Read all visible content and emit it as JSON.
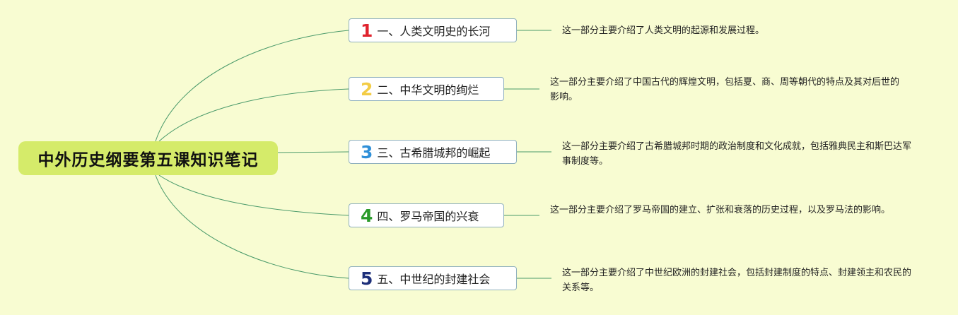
{
  "root": {
    "title": "中外历史纲要第五课知识笔记"
  },
  "topics": [
    {
      "num": "1",
      "label": "一、人类文明史的长河",
      "color": "#e0232e",
      "note": "这一部分主要介绍了人类文明的起源和发展过程。"
    },
    {
      "num": "2",
      "label": "二、中华文明的绚烂",
      "color": "#f3cc45",
      "note": "这一部分主要介绍了中国古代的辉煌文明，包括夏、商、周等朝代的特点及其对后世的影响。"
    },
    {
      "num": "3",
      "label": "三、古希腊城邦的崛起",
      "color": "#2f8fd8",
      "note": "这一部分主要介绍了古希腊城邦时期的政治制度和文化成就，包括雅典民主和斯巴达军事制度等。"
    },
    {
      "num": "4",
      "label": "四、罗马帝国的兴衰",
      "color": "#2a9a2a",
      "note": "这一部分主要介绍了罗马帝国的建立、扩张和衰落的历史过程，以及罗马法的影响。"
    },
    {
      "num": "5",
      "label": "五、中世纪的封建社会",
      "color": "#1d2f7a",
      "note": "这一部分主要介绍了中世纪欧洲的封建社会，包括封建制度的特点、封建领主和农民的关系等。"
    }
  ],
  "colors": {
    "background": "#f8fcd2",
    "root_fill": "#d5eb6a",
    "line": "#4a9a6a",
    "border": "#8fb0be"
  }
}
